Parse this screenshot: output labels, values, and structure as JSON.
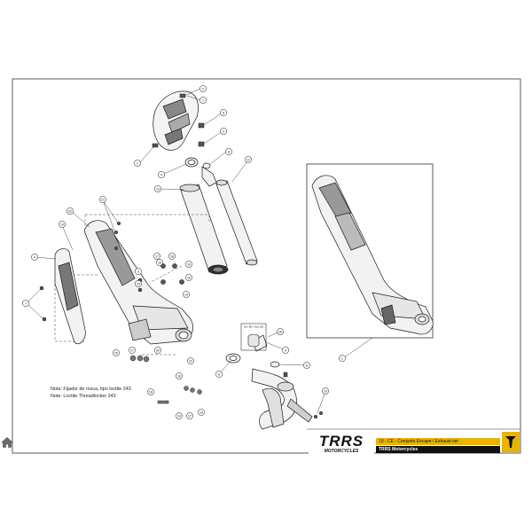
{
  "notes": {
    "line1": "Nota: Fijador de rosca, tipo loctite 243",
    "line2": "Note: Loctite Threadlocker 243"
  },
  "title_block": {
    "brand_logo_text": "TRRS",
    "brand_sub_text": "MOTORCYCLES",
    "title": "10 - CE - Conjunto Escape / Exhaust set",
    "company": "TRRS Motorcycles"
  },
  "callouts": {
    "top": [
      "5",
      "1",
      "5",
      "3",
      "2",
      "4",
      "12",
      "13"
    ],
    "left": [
      "21",
      "22",
      "10",
      "9",
      "4",
      "7",
      "17",
      "18",
      "19",
      "16",
      "14",
      "15",
      "16"
    ],
    "bottom": [
      "20",
      "17",
      "20",
      "18",
      "16",
      "19",
      "17",
      "14",
      "12"
    ],
    "right": [
      "26",
      "8",
      "9",
      "11",
      "10",
      "1"
    ],
    "cluster_label": "Sin / BD / Only 125"
  },
  "colors": {
    "line": "#1a1a1a",
    "part_fill": "#f2f2f2",
    "part_shade": "#9a9a9a",
    "accent": "#e8b400"
  }
}
